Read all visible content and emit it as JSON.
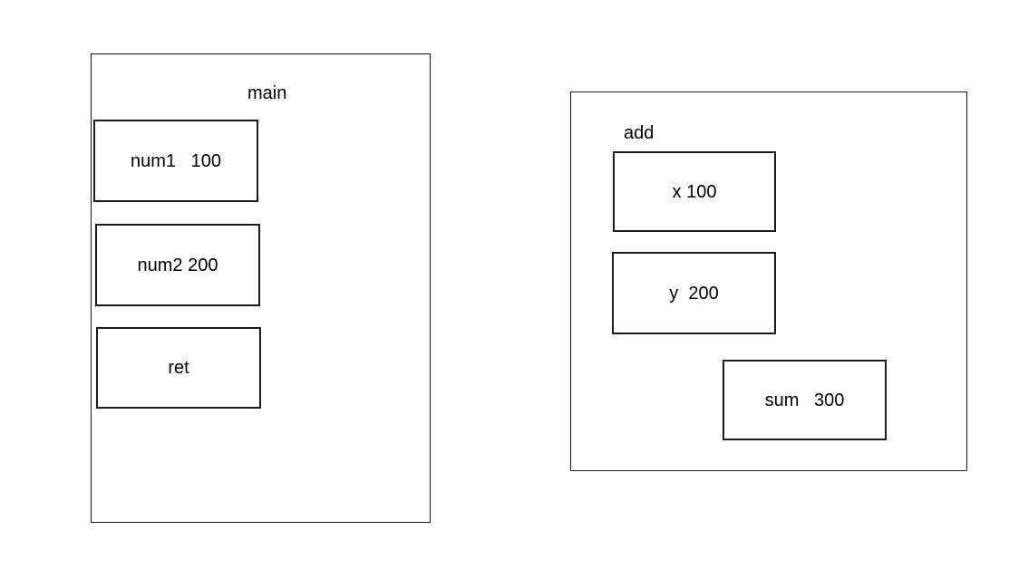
{
  "canvas": {
    "background": "#ffffff",
    "stroke_color": "#1a1a1a",
    "text_color": "#000000"
  },
  "frames": [
    {
      "name": "main",
      "label": "main",
      "variables": [
        {
          "name": "num1",
          "value": "100",
          "label": "num1   100"
        },
        {
          "name": "num2",
          "value": "200",
          "label": "num2 200"
        },
        {
          "name": "ret",
          "value": "",
          "label": "ret"
        }
      ]
    },
    {
      "name": "add",
      "label": "add",
      "variables": [
        {
          "name": "x",
          "value": "100",
          "label": "x 100"
        },
        {
          "name": "y",
          "value": "200",
          "label": "y  200"
        },
        {
          "name": "sum",
          "value": "300",
          "label": "sum   300"
        }
      ]
    }
  ]
}
